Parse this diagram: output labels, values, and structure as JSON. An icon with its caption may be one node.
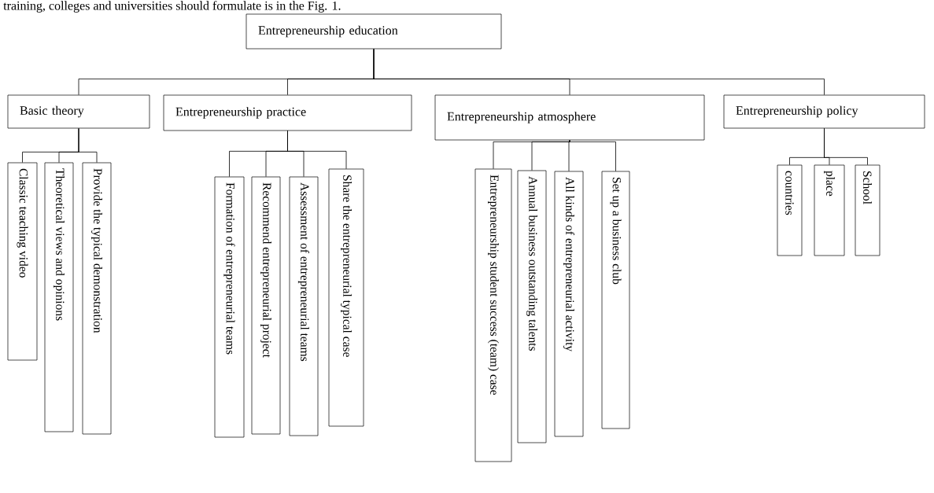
{
  "diagram": {
    "nodes": [
      {
        "text": [
          "Entrepreneurship education"
        ]
      },
      {
        "text": [
          "Basic theory"
        ]
      },
      {
        "text": [
          "Entrepreneurship practice"
        ]
      },
      {
        "text": [
          "Entrepreneurship atmosphere"
        ]
      },
      {
        "text": [
          "Entrepreneurship policy"
        ]
      },
      {
        "text": [
          "Classic teaching video"
        ]
      },
      {
        "text": [
          "Theoretical views and opinions"
        ]
      },
      {
        "text": [
          "Provide the typical demonstration"
        ]
      },
      {
        "text": [
          "Formation of entrepreneurial teams"
        ]
      },
      {
        "text": [
          "Recommend entrepreneurial project"
        ]
      },
      {
        "text": [
          "Assessment of entrepreneurial teams"
        ]
      },
      {
        "text": [
          "Share the entrepreneurial typical case"
        ]
      },
      {
        "text": [
          "Entrepreneurship student success (team) case"
        ]
      },
      {
        "text": [
          "Annual business outstanding talents"
        ]
      },
      {
        "text": [
          "All kinds of entrepreneurial activity"
        ]
      },
      {
        "text": [
          "Set up a business club"
        ]
      },
      {
        "text": [
          "countries"
        ]
      },
      {
        "text": [
          "place"
        ]
      },
      {
        "text": [
          "School"
        ]
      }
    ],
    "edges": [
      {
        "from": 0,
        "to": 1,
        "arrow": "none"
      },
      {
        "from": 0,
        "to": 2,
        "arrow": "none"
      },
      {
        "from": 0,
        "to": 3,
        "arrow": "none"
      },
      {
        "from": 0,
        "to": 4,
        "arrow": "none"
      },
      {
        "from": 1,
        "to": 5,
        "arrow": "none"
      },
      {
        "from": 1,
        "to": 6,
        "arrow": "none"
      },
      {
        "from": 1,
        "to": 7,
        "arrow": "none"
      },
      {
        "from": 2,
        "to": 8,
        "arrow": "none"
      },
      {
        "from": 2,
        "to": 9,
        "arrow": "none"
      },
      {
        "from": 2,
        "to": 10,
        "arrow": "none"
      },
      {
        "from": 2,
        "to": 11,
        "arrow": "none"
      },
      {
        "from": 3,
        "to": 12,
        "arrow": "none"
      },
      {
        "from": 3,
        "to": 13,
        "arrow": "none"
      },
      {
        "from": 3,
        "to": 14,
        "arrow": "none"
      },
      {
        "from": 3,
        "to": 15,
        "arrow": "none"
      },
      {
        "from": 4,
        "to": 16,
        "arrow": "none"
      },
      {
        "from": 4,
        "to": 17,
        "arrow": "none"
      },
      {
        "from": 4,
        "to": 18,
        "arrow": "none"
      }
    ],
    "labels": [
      "training, colleges and universities should formulate is in the Fig. 1."
    ]
  }
}
